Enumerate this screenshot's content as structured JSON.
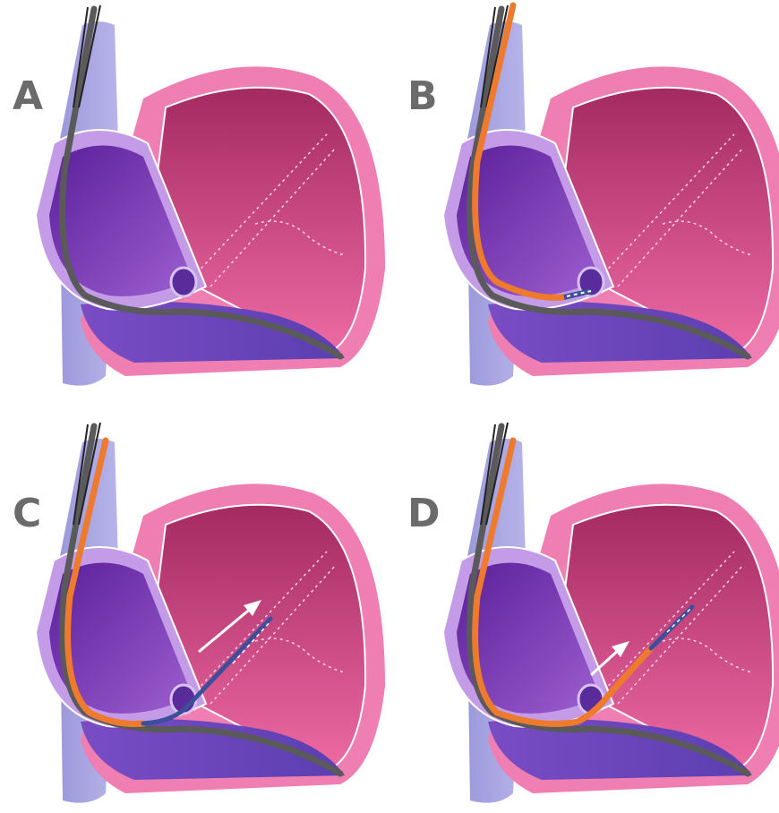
{
  "figure": {
    "panels": [
      {
        "id": "A",
        "label": "A",
        "lead_color": "#5a5a5a",
        "sheath_color": "#5a5a5a",
        "sheath_shown": false,
        "advanced": false
      },
      {
        "id": "B",
        "label": "B",
        "lead_color": "#5a5a5a",
        "sheath_color": "#ee7a2e",
        "sheath_shown": true,
        "advanced": false
      },
      {
        "id": "C",
        "label": "C",
        "lead_color": "#5a5a5a",
        "sheath_color": "#ee7a2e",
        "sheath_shown": true,
        "advanced": true
      },
      {
        "id": "D",
        "label": "D",
        "lead_color": "#5a5a5a",
        "sheath_color": "#ee7a2e",
        "sheath_shown": true,
        "advanced": true
      }
    ],
    "colors": {
      "vein": "#a9a6e0",
      "atrium": "#8a45c0",
      "ventricle": "#e14f8e",
      "wall": "#ef7fb2",
      "wire_blue": "#3d4f9a",
      "arrow": "#ffffff"
    }
  }
}
